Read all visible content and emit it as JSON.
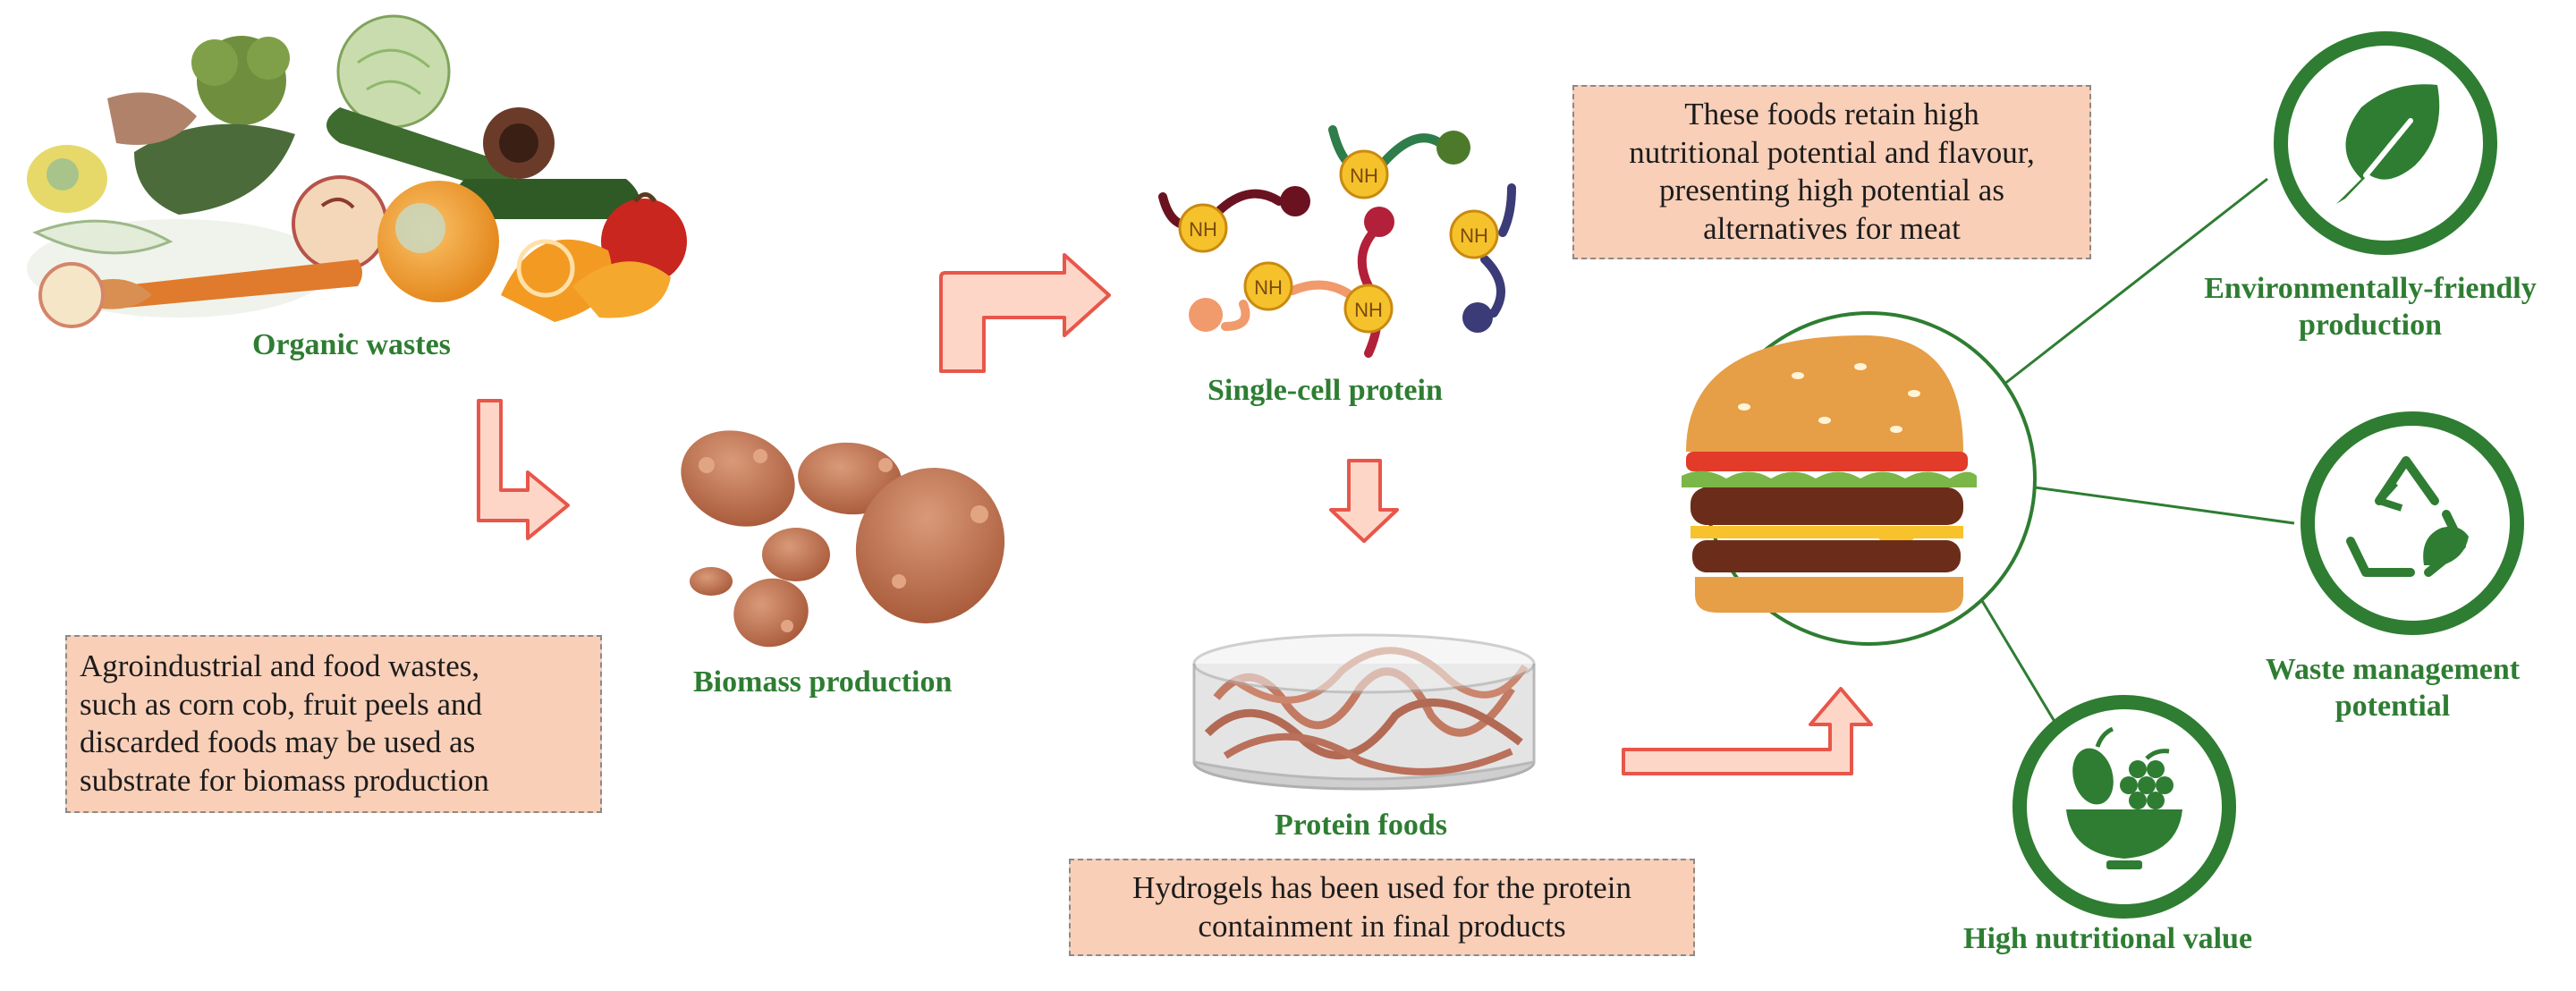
{
  "labels": {
    "organic_wastes": "Organic wastes",
    "biomass_production": "Biomass production",
    "single_cell_protein": "Single-cell protein",
    "protein_foods": "Protein foods",
    "environmentally_friendly": [
      "Environmentally-friendly",
      "production"
    ],
    "waste_management": [
      "Waste management",
      "potential"
    ],
    "high_nutritional": "High nutritional value"
  },
  "notes": {
    "substrate": [
      "Agroindustrial and food wastes,",
      "such as corn cob, fruit peels and",
      "discarded foods may be used as",
      "substrate for biomass production"
    ],
    "meat_alternative": [
      "These foods retain high",
      "nutritional potential and flavour,",
      "presenting high potential as",
      "alternatives for meat"
    ],
    "hydrogels": [
      "Hydrogels has been used for the protein",
      "containment in final products"
    ]
  },
  "protein_tag": "NH",
  "icons": [
    "leaf-icon",
    "recycle-icon",
    "fruit-bowl-icon",
    "burger-icon",
    "organic-waste-pile",
    "biomass-cells",
    "hydrogel-dish"
  ],
  "colors": {
    "green": "#2e7d32",
    "arrow_fill": "#fdd6c8",
    "arrow_stroke": "#e8564a",
    "note_fill": "#f9cfb8",
    "nh_yellow": "#f5c22b"
  }
}
